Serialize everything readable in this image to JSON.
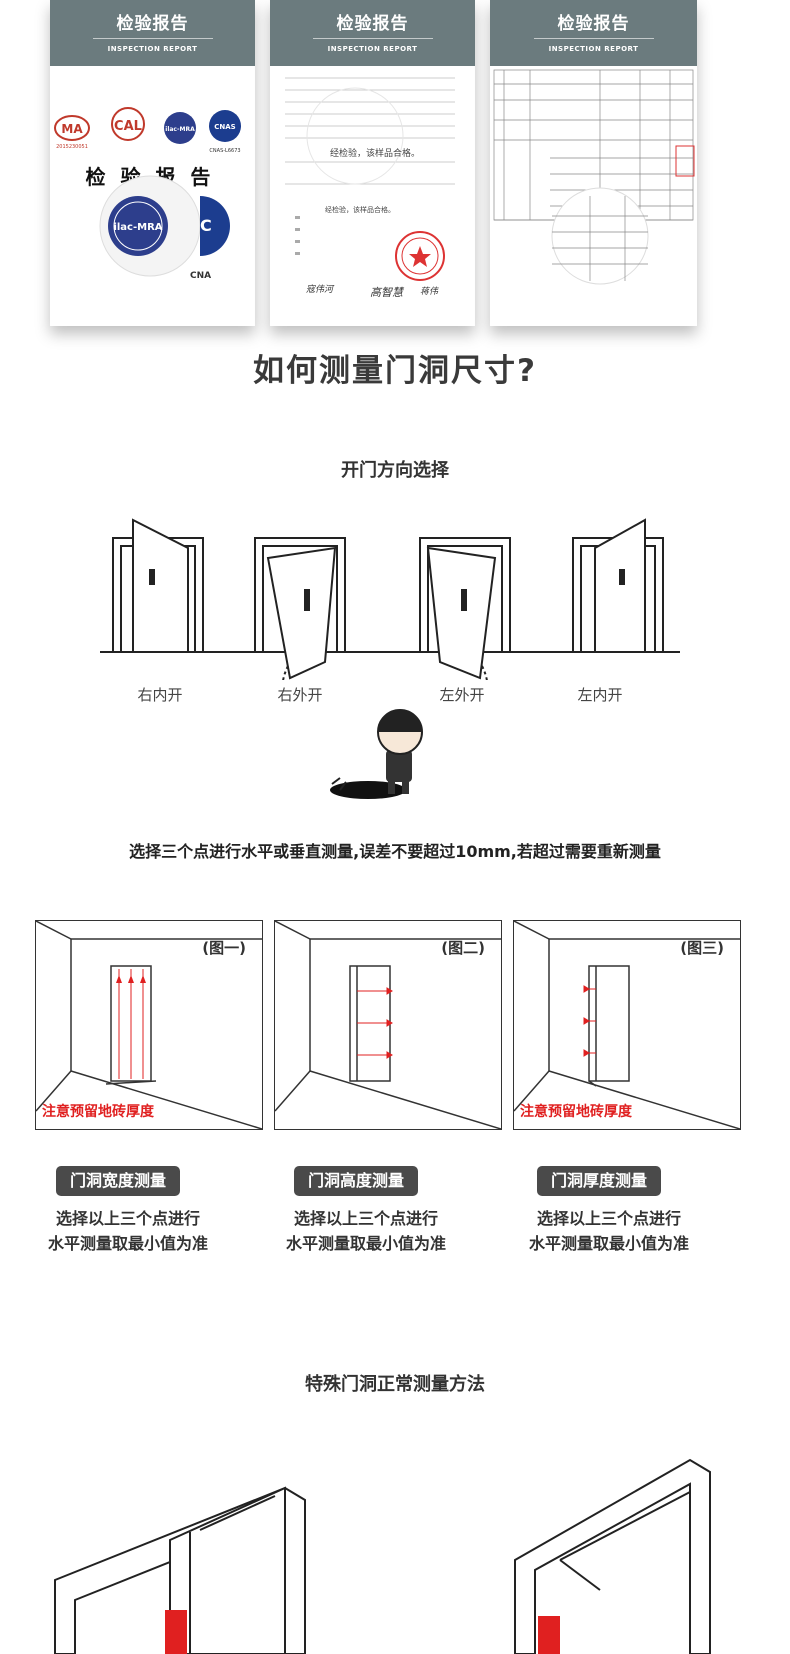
{
  "reports": [
    {
      "title": "检验报告",
      "subtitle": "INSPECTION REPORT",
      "logos": [
        "MA",
        "CAL",
        "ilac-MRA",
        "CNAS"
      ],
      "logo_captions": [
        "2015230051",
        "CNAS-L6673"
      ],
      "doc_heading": "检 验 报 告",
      "seal_text": "ilac-MRA",
      "seal_side": "C",
      "seal_caption": "CNA"
    },
    {
      "title": "检验报告",
      "subtitle": "INSPECTION REPORT",
      "conclusion_1": "经检验，该样品合格。",
      "conclusion_2": "经检验，该样品合格。",
      "signatures": [
        "寇伟河",
        "高智慧",
        "蒋伟"
      ]
    },
    {
      "title": "检验报告",
      "subtitle": "INSPECTION REPORT"
    }
  ],
  "main_title": "如何测量门洞尺寸?",
  "door_section": {
    "title": "开门方向选择",
    "labels": [
      "右内开",
      "右外开",
      "左外开",
      "左内开"
    ]
  },
  "instruction": "选择三个点进行水平或垂直测量,误差不要超过10mm,若超过需要重新测量",
  "panels": [
    {
      "fig": "(图一)",
      "note": "注意预留地砖厚度",
      "pill": "门洞宽度测量",
      "desc_1": "选择以上三个点进行",
      "desc_2": "水平测量取最小值为准"
    },
    {
      "fig": "(图二)",
      "note": "",
      "pill": "门洞高度测量",
      "desc_1": "选择以上三个点进行",
      "desc_2": "水平测量取最小值为准"
    },
    {
      "fig": "(图三)",
      "note": "注意预留地砖厚度",
      "pill": "门洞厚度测量",
      "desc_1": "选择以上三个点进行",
      "desc_2": "水平测量取最小值为准"
    }
  ],
  "special_section": {
    "title": "特殊门洞正常测量方法"
  },
  "colors": {
    "header_bg": "#6b7b7e",
    "accent_red": "#e02020",
    "pill_bg": "#4a4a4a"
  }
}
